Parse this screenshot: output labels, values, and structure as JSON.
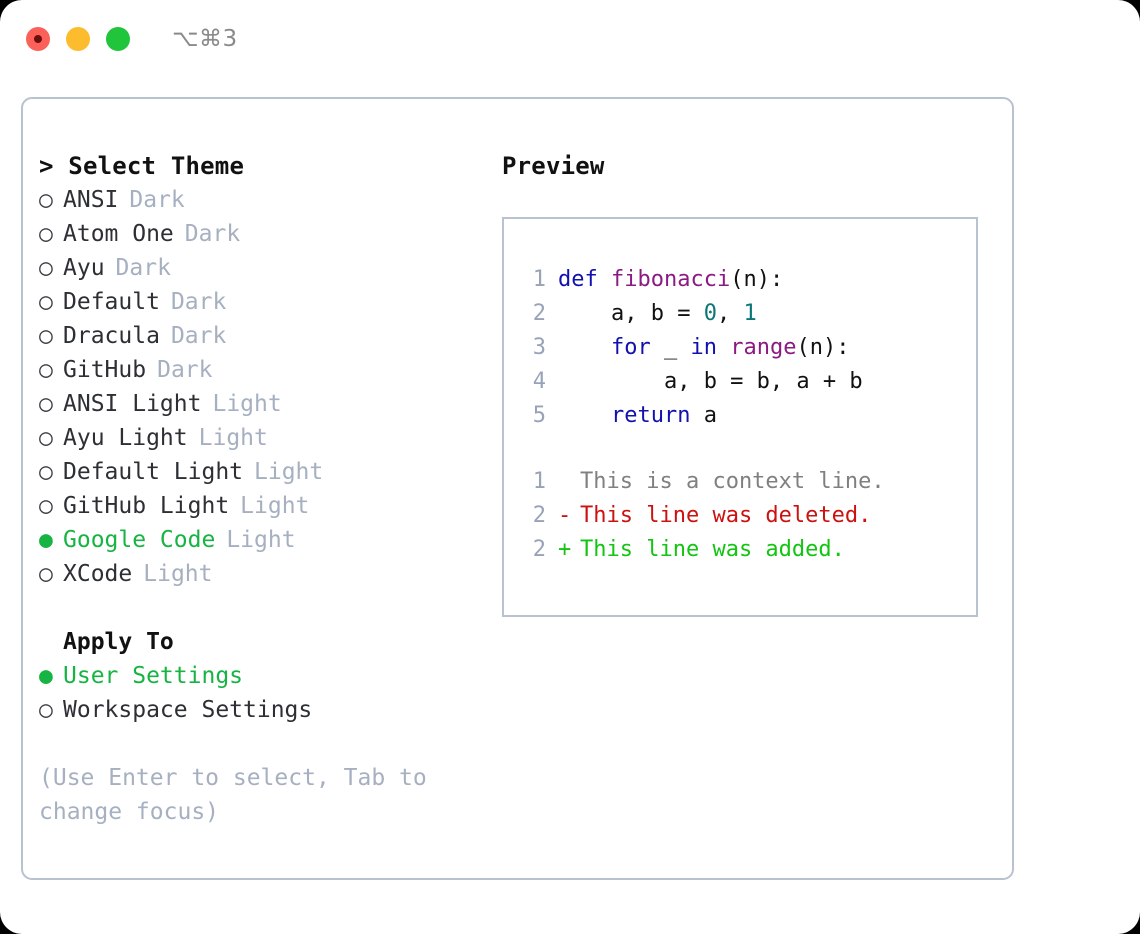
{
  "titlebar": {
    "shortcut": "⌥⌘3",
    "buttons": [
      {
        "name": "close",
        "color": "#fb6159"
      },
      {
        "name": "minimize",
        "color": "#fdbc2d"
      },
      {
        "name": "maximize",
        "color": "#21c53b"
      }
    ]
  },
  "theme_panel": {
    "heading": "> Select Theme",
    "markers": {
      "on": "●",
      "off": "○"
    },
    "items": [
      {
        "marker": "○",
        "label": "ANSI",
        "kind": "Dark",
        "selected": false
      },
      {
        "marker": "○",
        "label": "Atom One",
        "kind": "Dark",
        "selected": false
      },
      {
        "marker": "○",
        "label": "Ayu",
        "kind": "Dark",
        "selected": false
      },
      {
        "marker": "○",
        "label": "Default",
        "kind": "Dark",
        "selected": false
      },
      {
        "marker": "○",
        "label": "Dracula",
        "kind": "Dark",
        "selected": false
      },
      {
        "marker": "○",
        "label": "GitHub",
        "kind": "Dark",
        "selected": false
      },
      {
        "marker": "○",
        "label": "ANSI Light",
        "kind": "Light",
        "selected": false
      },
      {
        "marker": "○",
        "label": "Ayu Light",
        "kind": "Light",
        "selected": false
      },
      {
        "marker": "○",
        "label": "Default Light",
        "kind": "Light",
        "selected": false
      },
      {
        "marker": "○",
        "label": "GitHub Light",
        "kind": "Light",
        "selected": false
      },
      {
        "marker": "●",
        "label": "Google Code",
        "kind": "Light",
        "selected": true
      },
      {
        "marker": "○",
        "label": "XCode",
        "kind": "Light",
        "selected": false
      }
    ]
  },
  "apply_to": {
    "heading": "Apply To",
    "items": [
      {
        "marker": "●",
        "label": "User Settings",
        "selected": true
      },
      {
        "marker": "○",
        "label": "Workspace Settings",
        "selected": false
      }
    ]
  },
  "hint": "(Use Enter to select, Tab to change focus)",
  "preview": {
    "heading": "Preview",
    "code_lines": [
      {
        "num": "1",
        "tokens": [
          {
            "t": "def ",
            "c": "kw"
          },
          {
            "t": "fibonacci",
            "c": "fn"
          },
          {
            "t": "(n):",
            "c": "plain"
          }
        ]
      },
      {
        "num": "2",
        "tokens": [
          {
            "t": "    a, b = ",
            "c": "plain"
          },
          {
            "t": "0",
            "c": "num"
          },
          {
            "t": ", ",
            "c": "plain"
          },
          {
            "t": "1",
            "c": "num"
          }
        ]
      },
      {
        "num": "3",
        "tokens": [
          {
            "t": "    ",
            "c": "plain"
          },
          {
            "t": "for",
            "c": "kw"
          },
          {
            "t": " _ ",
            "c": "plain"
          },
          {
            "t": "in",
            "c": "kw"
          },
          {
            "t": " ",
            "c": "plain"
          },
          {
            "t": "range",
            "c": "fn"
          },
          {
            "t": "(n):",
            "c": "plain"
          }
        ]
      },
      {
        "num": "4",
        "tokens": [
          {
            "t": "        a, b = b, a + b",
            "c": "plain"
          }
        ]
      },
      {
        "num": "5",
        "tokens": [
          {
            "t": "    ",
            "c": "plain"
          },
          {
            "t": "return",
            "c": "kw"
          },
          {
            "t": " a",
            "c": "plain"
          }
        ]
      }
    ],
    "diff_lines": [
      {
        "num": "1",
        "sign": " ",
        "text": "This is a context line.",
        "kind": "ctx"
      },
      {
        "num": "2",
        "sign": "-",
        "text": "This line was deleted.",
        "kind": "del"
      },
      {
        "num": "2",
        "sign": "+",
        "text": "This line was added.",
        "kind": "add"
      }
    ]
  },
  "colors": {
    "accent_green": "#17b444",
    "muted": "#a6b0c0",
    "border": "#b9c2d0",
    "keyword": "#1111b0",
    "function": "#8b1a82",
    "number": "#0b7676",
    "diff_del": "#cc1111",
    "diff_add": "#11c511",
    "diff_ctx": "#808080",
    "linenum": "#98a3b8"
  }
}
